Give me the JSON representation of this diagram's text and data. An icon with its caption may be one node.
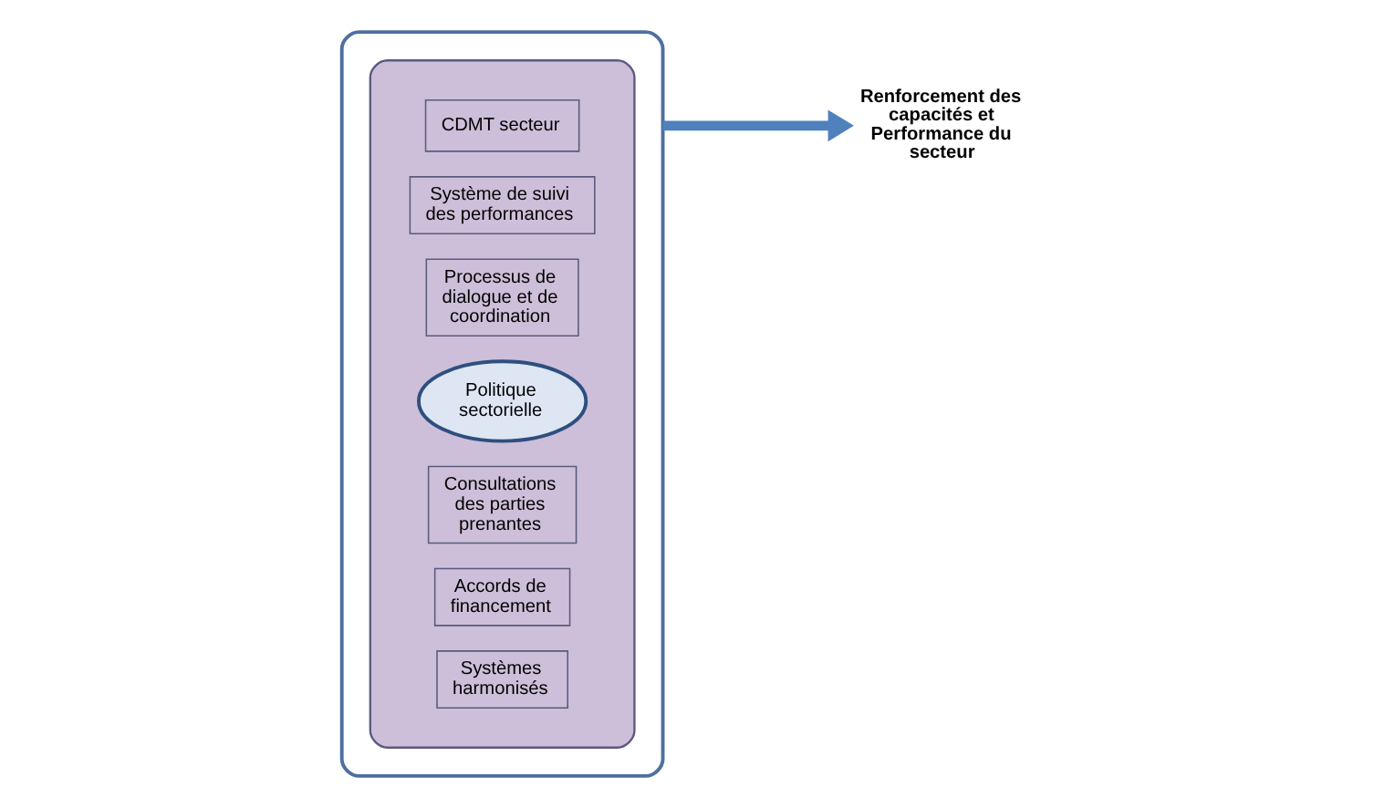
{
  "diagram": {
    "nodes": [
      {
        "text": [],
        "shape": "box"
      },
      {
        "text": [],
        "shape": "ellipse",
        "in": 0
      },
      {
        "text": [
          "CDMT secteur"
        ],
        "in": 1
      },
      {
        "text": [
          "Système de suivi des performances"
        ],
        "in": 1
      },
      {
        "text": [
          "Processus de dialogue et de coordination"
        ],
        "in": 1
      },
      {
        "text": [
          "Politique sectorielle"
        ],
        "in": 1
      },
      {
        "text": [
          "Consultations des parties prenantes"
        ],
        "in": 1
      },
      {
        "text": [
          "Accords de financement"
        ],
        "in": 1
      },
      {
        "text": [
          "Systèmes harmonisés"
        ],
        "in": 1
      },
      {
        "text": [
          "Renforcement des capacités et Performance du secteur"
        ]
      }
    ],
    "edges": [
      {
        "from": 0,
        "to": 9,
        "arrow": "to",
        "color": "#4f81bd"
      }
    ]
  }
}
